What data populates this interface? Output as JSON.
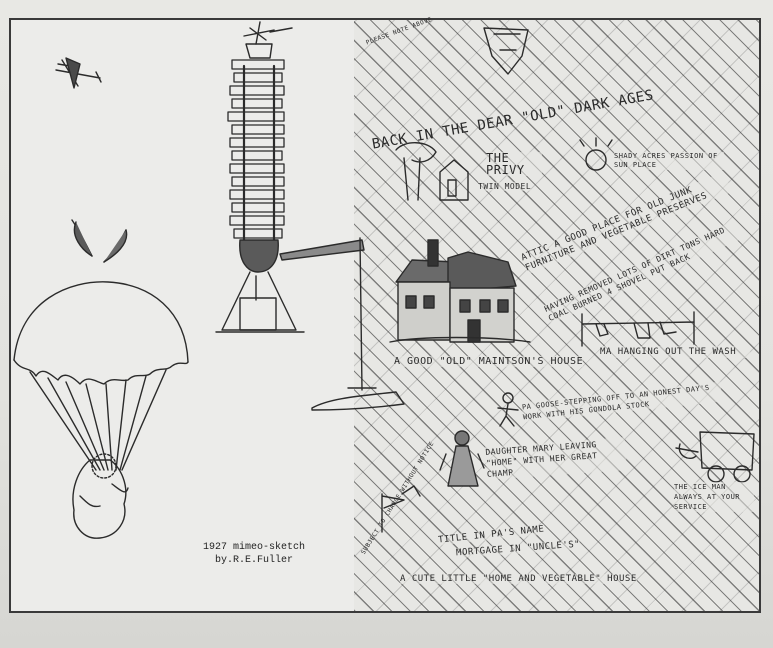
{
  "credit": {
    "line1": "1927 mimeo-sketch",
    "line2": "by.R.E.Fuller"
  },
  "sketch": {
    "title": "BACK IN THE DEAR \"OLD\" DARK AGES",
    "privy": "THE PRIVY",
    "twin_model": "TWIN MODEL",
    "shade_sign": "SHADY ACRES PASSION OF SUN PLACE",
    "attic_note": "ATTIC A GOOD PLACE FOR OLD JUNK FURNITURE AND VEGETABLE PRESERVES",
    "heating_note": "HAVING REMOVED LOTS OF DIRT TONS HARD COAL BURNED 4 SHOVEL PUT BACK",
    "house_caption": "A GOOD \"OLD\" MAINTSON'S HOUSE",
    "wash_note": "MA HANGING OUT THE WASH",
    "pa_note": "PA GOOSE-STEPPING OFF TO AN HONEST DAY'S WORK WITH HIS GONDOLA STOCK",
    "daughter_note": "DAUGHTER MARY LEAVING \"HOME\" WITH HER GREAT CHAMP",
    "ice_note": "THE ICE MAN ALWAYS AT YOUR SERVICE",
    "title_note": "TITLE IN PA'S NAME",
    "mortgage_note": "MORTGAGE IN \"UNCLE'S\"",
    "bottom_caption": "A CUTE LITTLE \"HOME AND VEGETABLE\" HOUSE",
    "corner_note": "SUBJECT TO CHANGE WITHOUT NOTICE",
    "corner_note2": "PLEASE NOTE ABOVE"
  }
}
